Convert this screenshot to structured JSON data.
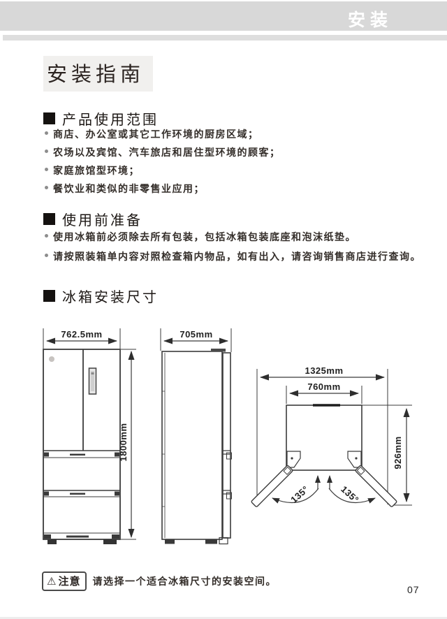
{
  "header": {
    "tab": "安装"
  },
  "page": {
    "title": "安装指南",
    "number": "07"
  },
  "sections": [
    {
      "heading": "产品使用范围",
      "bullets": [
        "商店、办公室或其它工作环境的厨房区域；",
        "农场以及宾馆、汽车旅店和居住型环境的顾客；",
        "家庭旅馆型环境；",
        "餐饮业和类似的非零售业应用；"
      ]
    },
    {
      "heading": "使用前准备",
      "bullets": [
        "使用冰箱前必须除去所有包装，包括冰箱包装底座和泡沫纸垫。",
        "请按照装箱单内容对照检查箱内物品，如有出入，请咨询销售商店进行查询。"
      ]
    },
    {
      "heading": "冰箱安装尺寸"
    }
  ],
  "diagram": {
    "front_width": "762.5mm",
    "front_height": "1800mm",
    "side_depth": "705mm",
    "open_width": "1325mm",
    "body_width": "760mm",
    "open_depth": "926mm",
    "door_angle_left": "135°",
    "door_angle_right": "135°"
  },
  "note": {
    "warning_icon": "⚠",
    "badge": "注意",
    "text": "请选择一个适合冰箱尺寸的安装空间。"
  },
  "colors": {
    "header_bar": "#d8d8d8",
    "line_art": "#3b3b3b",
    "title_bg": "#f1f0ee"
  }
}
